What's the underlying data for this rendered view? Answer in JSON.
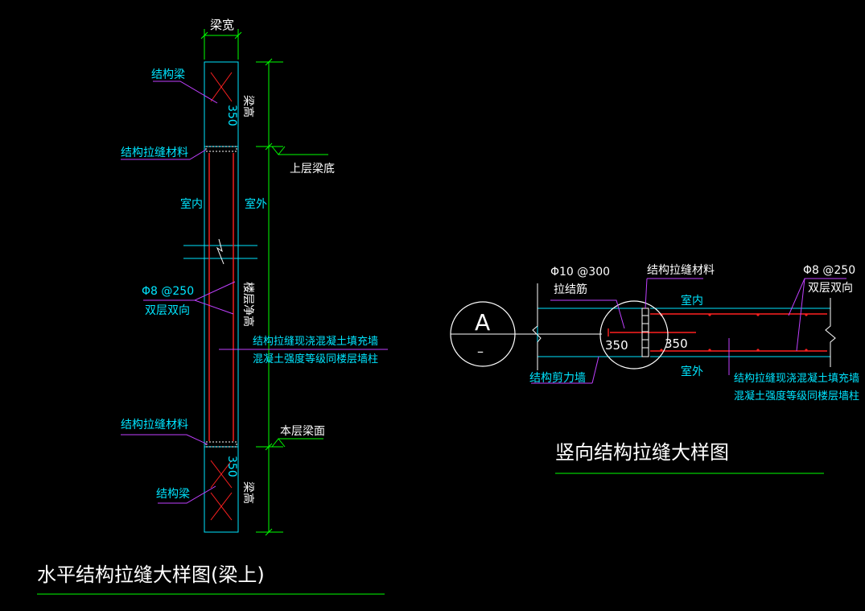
{
  "colors": {
    "background": "#000000",
    "outline": "#00e5ff",
    "leader": "#c040ff",
    "dimension": "#00ff00",
    "rebar": "#ff2020",
    "text_cyan": "#00e5ff",
    "text_white": "#ffffff"
  },
  "left_view": {
    "title": "水平结构拉缝大样图(梁上)",
    "beam_width_label": "梁宽",
    "top_beam_label": "结构梁",
    "bottom_beam_label": "结构梁",
    "top_gap_material_label": "结构拉缝材料",
    "bottom_gap_material_label": "结构拉缝材料",
    "indoor_label": "室内",
    "outdoor_label": "室外",
    "rebar_spec_line1": "Φ8 @250",
    "rebar_spec_line2": "双层双向",
    "note_line1": "结构拉缝现浇混凝土填充墙",
    "note_line2": "混凝土强度等级同楼层墙柱",
    "top_dim_value": "350",
    "bottom_dim_value": "350",
    "beam_height_top": "梁高",
    "beam_height_bottom": "梁高",
    "floor_height_label": "楼层净高",
    "upper_beam_bottom_label": "上层梁底",
    "this_floor_label": "本层梁面"
  },
  "right_view": {
    "title": "竖向结构拉缝大样图",
    "section_marker": "A",
    "section_marker_sub": "–",
    "tie_bar_spec": "Φ10 @300",
    "tie_bar_label": "拉结筋",
    "gap_material_label": "结构拉缝材料",
    "rebar_spec_line1": "Φ8 @250",
    "rebar_spec_line2": "双层双向",
    "indoor_label": "室内",
    "outdoor_label": "室外",
    "left_dim": "350",
    "right_dim": "350",
    "shear_wall_label": "结构剪力墙",
    "note_line1": "结构拉缝现浇混凝土填充墙",
    "note_line2": "混凝土强度等级同楼层墙柱"
  }
}
